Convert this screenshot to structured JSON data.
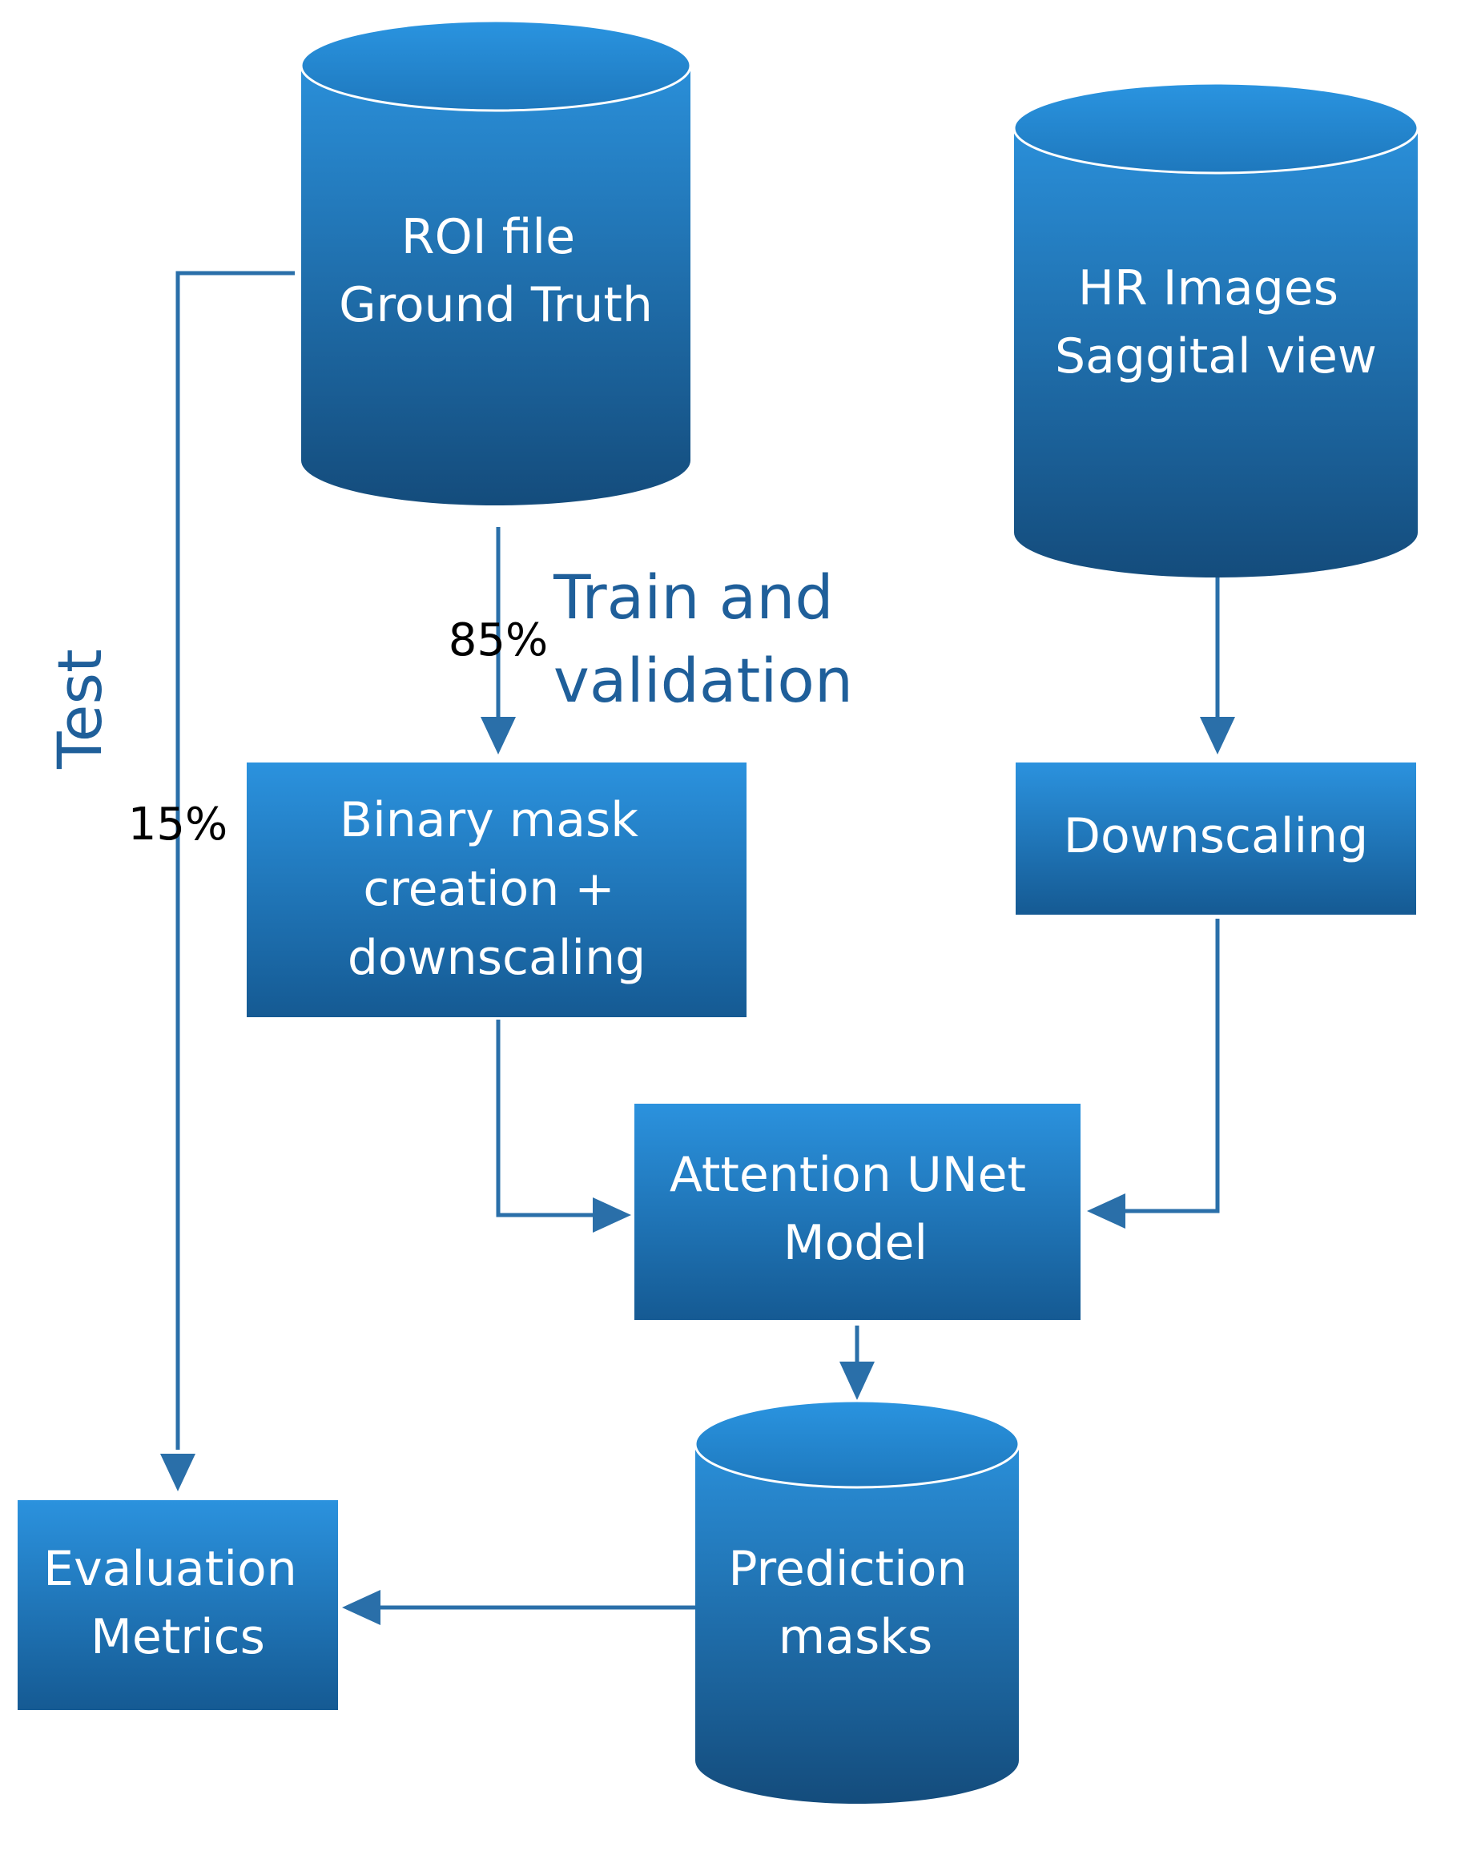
{
  "nodes": {
    "roi_db": {
      "lines": [
        "ROI file",
        "Ground Truth"
      ]
    },
    "hr_db": {
      "lines": [
        "HR Images",
        "Saggital view"
      ]
    },
    "binary_mask": {
      "lines": [
        "Binary mask",
        "creation +",
        "downscaling"
      ]
    },
    "downscaling": {
      "lines": [
        "Downscaling"
      ]
    },
    "attention_unet": {
      "lines": [
        "Attention UNet",
        "Model"
      ]
    },
    "prediction_db": {
      "lines": [
        "Prediction",
        "masks"
      ]
    },
    "evaluation": {
      "lines": [
        "Evaluation",
        "Metrics"
      ]
    }
  },
  "edges": {
    "train_label": {
      "lines": [
        "Train and",
        "validation"
      ]
    },
    "train_pct": "85%",
    "test_label": "Test",
    "test_pct": "15%"
  },
  "colors": {
    "fill_top": "#2b92de",
    "fill_bottom": "#144e80",
    "line": "#2a6fa9",
    "label_blue": "#1f5f9a"
  }
}
